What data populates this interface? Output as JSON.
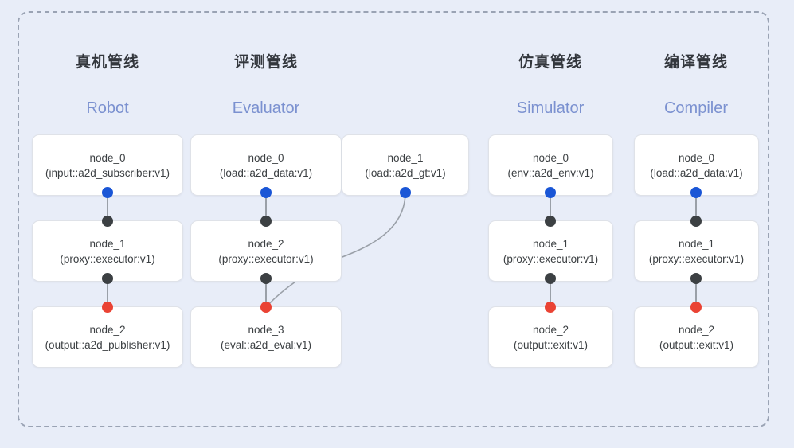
{
  "diagram": {
    "title_visible": false,
    "background_color": "#e8edf8",
    "frame_style": "dashed-rounded",
    "frame_color": "#9aa3b4"
  },
  "colors": {
    "port_input": "#1a56d6",
    "port_middle": "#3c4043",
    "port_output": "#ea4334",
    "node_bg": "#ffffff",
    "node_border": "#dfe2e8",
    "title_cn": "#33373d",
    "title_en": "#7b91d0",
    "edge": "#9aa0a8"
  },
  "columns": [
    {
      "id": "robot",
      "title_cn": "真机管线",
      "title_en": "Robot",
      "nodes": [
        {
          "id": "robot-node-0",
          "name": "node_0",
          "type": "(input::a2d_subscriber:v1)"
        },
        {
          "id": "robot-node-1",
          "name": "node_1",
          "type": "(proxy::executor:v1)"
        },
        {
          "id": "robot-node-2",
          "name": "node_2",
          "type": "(output::a2d_publisher:v1)"
        }
      ]
    },
    {
      "id": "evaluator",
      "title_cn": "评测管线",
      "title_en": "Evaluator",
      "nodes": [
        {
          "id": "eval-node-0",
          "name": "node_0",
          "type": "(load::a2d_data:v1)"
        },
        {
          "id": "eval-node-1",
          "name": "node_1",
          "type": "(load::a2d_gt:v1)"
        },
        {
          "id": "eval-node-2",
          "name": "node_2",
          "type": "(proxy::executor:v1)"
        },
        {
          "id": "eval-node-3",
          "name": "node_3",
          "type": "(eval::a2d_eval:v1)"
        }
      ]
    },
    {
      "id": "simulator",
      "title_cn": "仿真管线",
      "title_en": "Simulator",
      "nodes": [
        {
          "id": "sim-node-0",
          "name": "node_0",
          "type": "(env::a2d_env:v1)"
        },
        {
          "id": "sim-node-1",
          "name": "node_1",
          "type": "(proxy::executor:v1)"
        },
        {
          "id": "sim-node-2",
          "name": "node_2",
          "type": "(output::exit:v1)"
        }
      ]
    },
    {
      "id": "compiler",
      "title_cn": "编译管线",
      "title_en": "Compiler",
      "nodes": [
        {
          "id": "comp-node-0",
          "name": "node_0",
          "type": "(load::a2d_data:v1)"
        },
        {
          "id": "comp-node-1",
          "name": "node_1",
          "type": "(proxy::executor:v1)"
        },
        {
          "id": "comp-node-2",
          "name": "node_2",
          "type": "(output::exit:v1)"
        }
      ]
    }
  ]
}
